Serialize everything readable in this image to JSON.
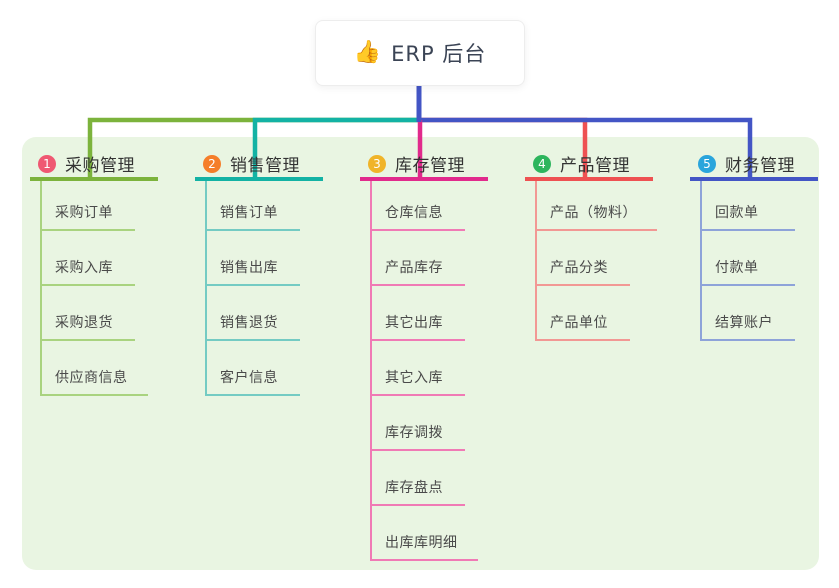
{
  "root": {
    "icon": "👍",
    "label": "ERP 后台"
  },
  "canvas": {
    "background": "#ffffff",
    "panel_background": "#e9f5e2",
    "root_connector_color": "#4355c5"
  },
  "branches": [
    {
      "num": "1",
      "label": "采购管理",
      "badge_color": "#ef5872",
      "line_color": "#7cb33c",
      "child_line_color": "#a9d37f",
      "children": [
        "采购订单",
        "采购入库",
        "采购退货",
        "供应商信息"
      ]
    },
    {
      "num": "2",
      "label": "销售管理",
      "badge_color": "#f57e2a",
      "line_color": "#13b2a4",
      "child_line_color": "#74cbc3",
      "children": [
        "销售订单",
        "销售出库",
        "销售退货",
        "客户信息"
      ]
    },
    {
      "num": "3",
      "label": "库存管理",
      "badge_color": "#f0b429",
      "line_color": "#e12a8c",
      "child_line_color": "#f07ab5",
      "children": [
        "仓库信息",
        "产品库存",
        "其它出库",
        "其它入库",
        "库存调拨",
        "库存盘点",
        "出库库明细"
      ]
    },
    {
      "num": "4",
      "label": "产品管理",
      "badge_color": "#2db55d",
      "line_color": "#ee5152",
      "child_line_color": "#f29894",
      "children": [
        "产品（物料）",
        "产品分类",
        "产品单位"
      ]
    },
    {
      "num": "5",
      "label": "财务管理",
      "badge_color": "#2aa5dc",
      "line_color": "#4355c5",
      "child_line_color": "#8ea3d9",
      "children": [
        "回款单",
        "付款单",
        "结算账户"
      ]
    }
  ]
}
